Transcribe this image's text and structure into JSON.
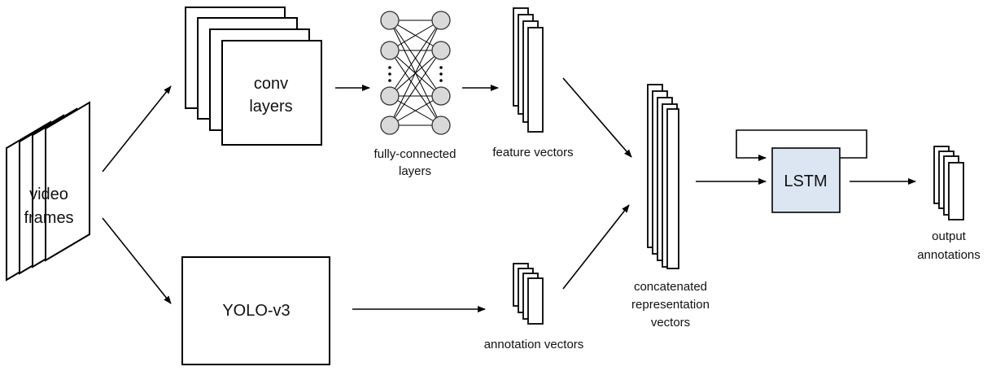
{
  "colors": {
    "lstm_fill": "#dce6f2",
    "node_fill": "#d9d9d9",
    "stroke": "#000000"
  },
  "labels": {
    "video_frames": [
      "video",
      "frames"
    ],
    "conv_layers": [
      "conv",
      "layers"
    ],
    "fully_connected": [
      "fully-connected",
      "layers"
    ],
    "feature_vectors": "feature vectors",
    "yolo": "YOLO-v3",
    "annotation_vectors": "annotation vectors",
    "concatenated": [
      "concatenated",
      "representation",
      "vectors"
    ],
    "lstm": "LSTM",
    "output": [
      "output",
      "annotations"
    ]
  }
}
